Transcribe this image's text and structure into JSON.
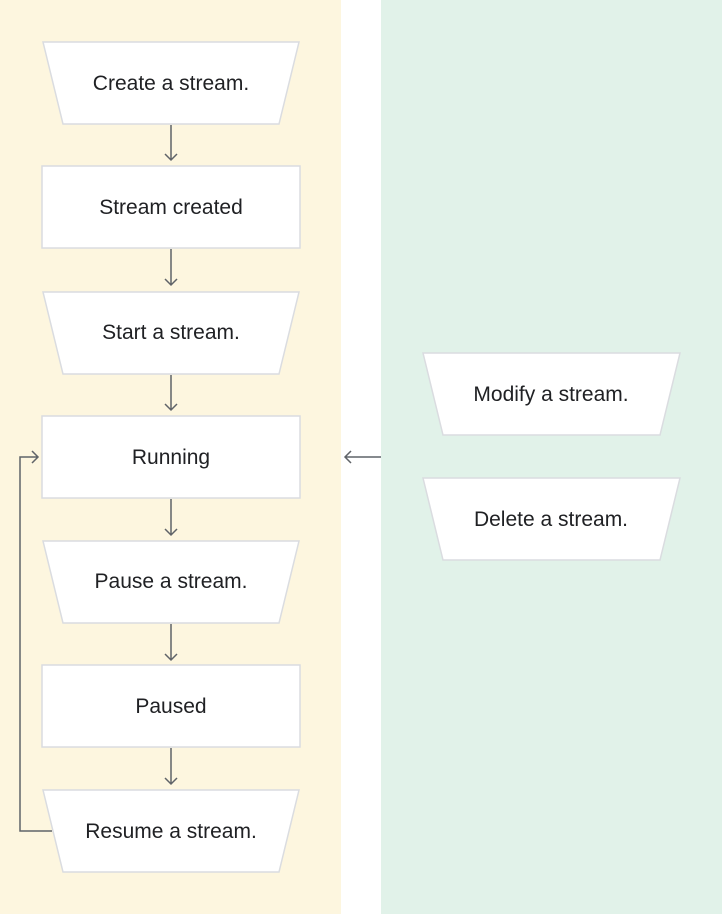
{
  "flow": {
    "steps": [
      {
        "label": "Create a stream.",
        "kind": "action"
      },
      {
        "label": "Stream created",
        "kind": "state"
      },
      {
        "label": "Start a stream.",
        "kind": "action"
      },
      {
        "label": "Running",
        "kind": "state"
      },
      {
        "label": "Pause a stream.",
        "kind": "action"
      },
      {
        "label": "Paused",
        "kind": "state"
      },
      {
        "label": "Resume a stream.",
        "kind": "action"
      }
    ],
    "side_actions": [
      {
        "label": "Modify a stream.",
        "kind": "action"
      },
      {
        "label": "Delete a stream.",
        "kind": "action"
      }
    ]
  },
  "colors": {
    "left_lane": "#fdf6df",
    "right_lane": "#e1f2e9",
    "node_fill": "#ffffff",
    "node_border": "#dadce0",
    "arrow": "#5f6368",
    "text": "#202124"
  }
}
